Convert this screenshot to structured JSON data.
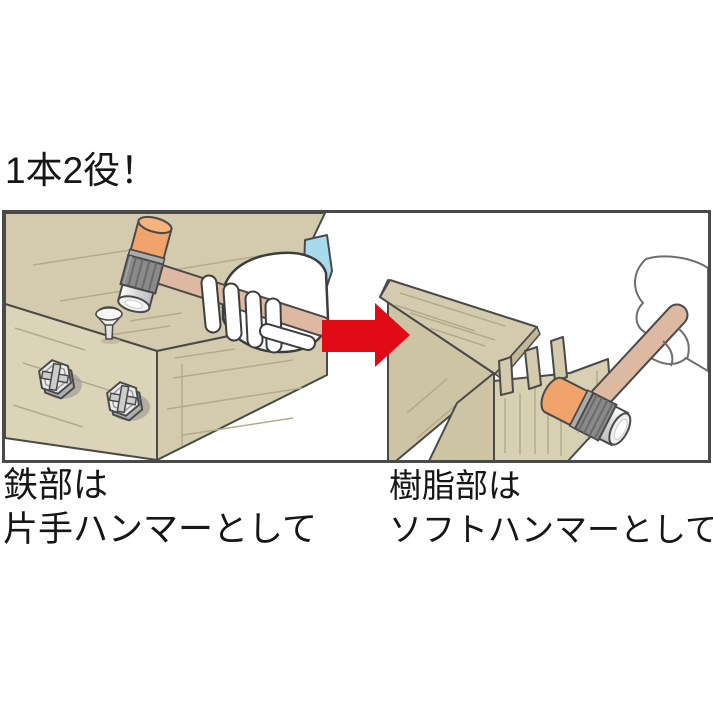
{
  "page": {
    "background": "#ffffff"
  },
  "heading": {
    "text": "1本2役！"
  },
  "figure": {
    "border_color": "#4a4a4a",
    "arrow": {
      "color": "#e10b17",
      "direction": "right"
    },
    "left_scene": {
      "caption": {
        "line1": "鉄部は",
        "line2": "片手ハンマーとして"
      }
    },
    "right_scene": {
      "caption": {
        "line1": "樹脂部は",
        "line2": "ソフトハンマーとして"
      }
    },
    "colors": {
      "wood": "#d4cbae",
      "wood_light": "#dcd4b8",
      "wood_dark": "#cdc4a4",
      "wood_grain": "#b4aa8b",
      "outline": "#4a4a4a",
      "hammer_orange": "#f1a36c",
      "hammer_gray": "#8a8a8a",
      "hammer_silver": "#e8e8e8",
      "handle": "#dcb9a0",
      "glove": "#ffffff",
      "sleeve": "#a9d9ec"
    }
  }
}
